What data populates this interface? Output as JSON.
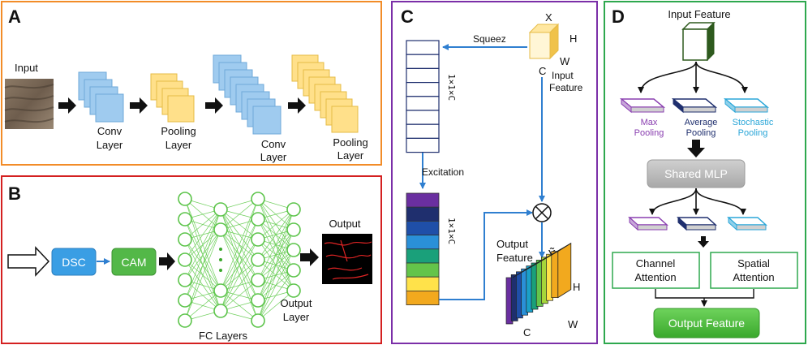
{
  "panels": {
    "a": {
      "letter": "A",
      "input_label": "Input",
      "conv_layer_1": [
        "Conv",
        "Layer"
      ],
      "pooling_layer_1": [
        "Pooling",
        "Layer"
      ],
      "conv_layer_2": [
        "Conv",
        "Layer"
      ],
      "pooling_layer_2": [
        "Pooling",
        "Layer"
      ]
    },
    "b": {
      "letter": "B",
      "dsc_label": "DSC",
      "cam_label": "CAM",
      "fc_layers_label": "FC Layers",
      "output_layer_label": [
        "Output",
        "Layer"
      ],
      "output_label": "Output"
    },
    "c": {
      "letter": "C",
      "x_label": "X",
      "h_label": "H",
      "w_label": "W",
      "c_label": "C",
      "squeeze_label": "Squeez",
      "input_feature_label": [
        "Input",
        "Feature"
      ],
      "dims_label_1": "1×1×C",
      "dims_label_2": "1×1×C",
      "excitation_label": "Excitation",
      "output_feature_label": [
        "Output",
        "Feature"
      ],
      "x_tilde_label": "X̃",
      "out_h_label": "H",
      "out_w_label": "W",
      "out_c_label": "C"
    },
    "d": {
      "letter": "D",
      "input_feature_label": "Input Feature",
      "max_pooling_label": [
        "Max",
        "Pooling"
      ],
      "average_pooling_label": [
        "Average",
        "Pooling"
      ],
      "stochastic_pooling_label": [
        "Stochastic",
        "Pooling"
      ],
      "shared_mlp_label": "Shared MLP",
      "channel_attention_label": [
        "Channel",
        "Attention"
      ],
      "spatial_attention_label": [
        "Spatial",
        "Attention"
      ],
      "output_feature_label": "Output Feature"
    }
  },
  "colors": {
    "panel_a_border": "#f28c28",
    "panel_b_border": "#d42020",
    "panel_c_border": "#7b2fa8",
    "panel_d_border": "#2ea84e",
    "conv_blue": "#9fcbef",
    "pool_yellow": "#ffe08a",
    "dsc_blue": "#3a9ee4",
    "cam_green": "#53b848",
    "neuron_green": "#5cc44a",
    "arrow_blue": "#2f7fd0",
    "max_purple": "#8a3fb0",
    "avg_navy": "#1f2f6e",
    "stoch_cyan": "#2aa6d8",
    "mlp_gray": "#bfbfbf",
    "output_green": "#4cbb3c"
  }
}
